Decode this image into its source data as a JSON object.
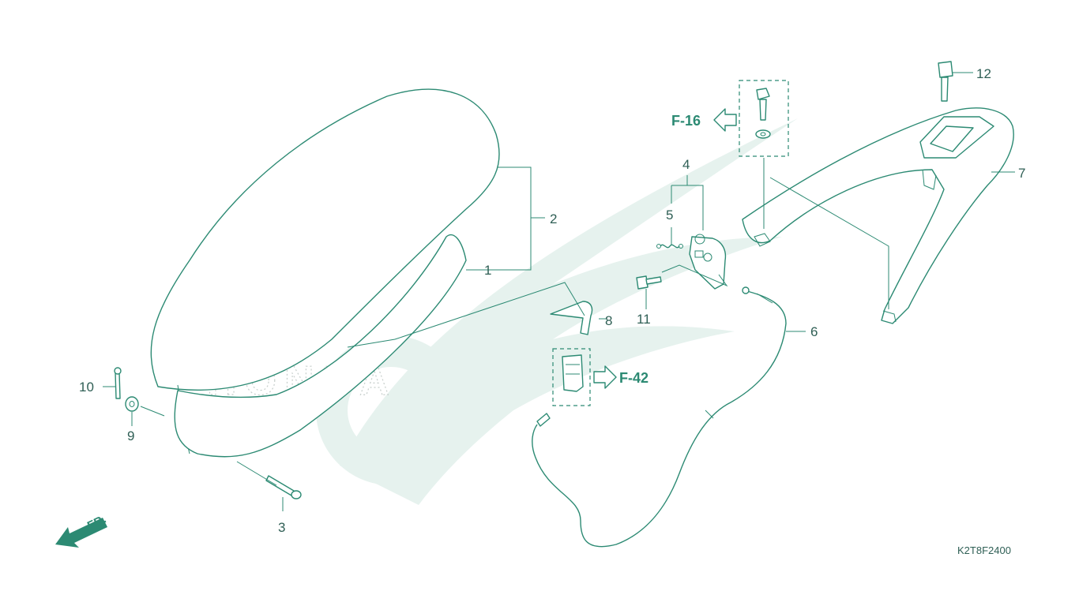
{
  "callouts": {
    "c1": "1",
    "c2": "2",
    "c3": "3",
    "c4": "4",
    "c5": "5",
    "c6": "6",
    "c7": "7",
    "c8": "8",
    "c9": "9",
    "c10": "10",
    "c11": "11",
    "c12": "12"
  },
  "references": {
    "frame_ref": "F-16",
    "cable_ref": "F-42"
  },
  "direction_label": "FR.",
  "diagram_code": "K2T8F2400",
  "watermark_text": "HONDA",
  "colors": {
    "line": "#2c8a73",
    "label": "#2f5f55",
    "watermark": "#e6f2ee"
  }
}
